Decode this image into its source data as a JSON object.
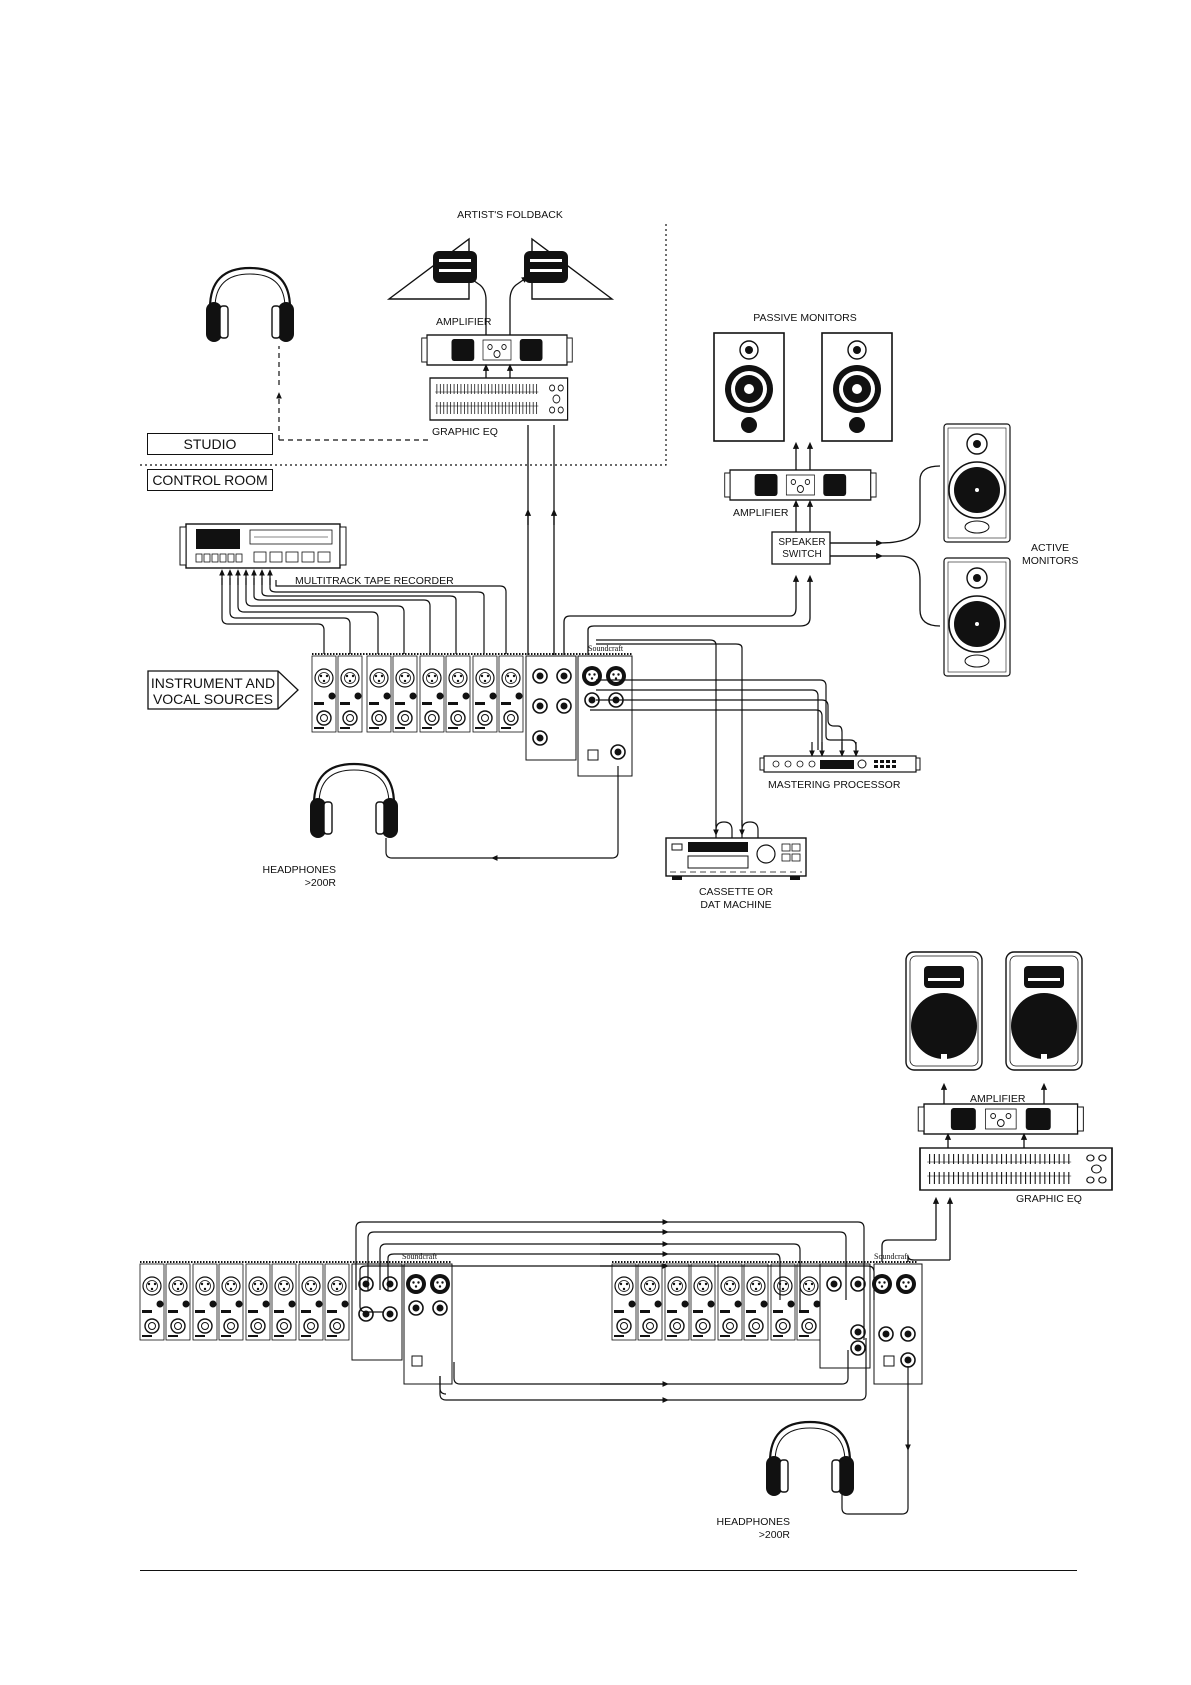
{
  "labels": {
    "artists_foldback": "ARTIST'S FOLDBACK",
    "amplifier_foldback": "AMPLIFIER",
    "graphic_eq_foldback": "GRAPHIC EQ",
    "studio": "STUDIO",
    "control_room": "CONTROL ROOM",
    "passive_monitors": "PASSIVE MONITORS",
    "amplifier_monitors": "AMPLIFIER",
    "speaker_switch": "SPEAKER\nSWITCH",
    "active_monitors": "ACTIVE\nMONITORS",
    "multitrack": "MULTITRACK TAPE RECORDER",
    "instrument_sources": "INSTRUMENT AND\nVOCAL SOURCES",
    "mastering": "MASTERING PROCESSOR",
    "headphones_1": "HEADPHONES\n>200R",
    "cassette": "CASSETTE OR\nDAT MACHINE",
    "amplifier_pa": "AMPLIFIER",
    "graphic_eq_pa": "GRAPHIC EQ",
    "headphones_2": "HEADPHONES\n>200R"
  },
  "brand": "Soundcraft",
  "icons": [
    "headphones-icon",
    "foldback-wedge-icon",
    "amplifier-icon",
    "graphic-eq-icon",
    "studio-monitor-icon",
    "active-monitor-icon",
    "tape-recorder-icon",
    "mixer-icon",
    "mastering-processor-icon",
    "cassette-deck-icon",
    "pa-speaker-icon"
  ]
}
